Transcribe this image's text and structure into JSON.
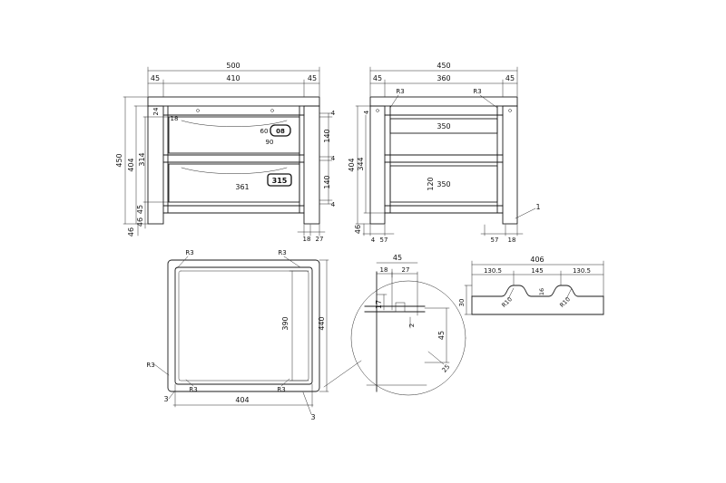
{
  "page": {
    "title": "Furniture technical drawing"
  },
  "front": {
    "overall_width": "500",
    "top_left_45": "45",
    "top_410": "410",
    "top_right_45": "45",
    "height_450": "450",
    "height_404": "404",
    "height_314": "314",
    "thk_24": "24",
    "top_18": "18",
    "r_4a": "4",
    "r_140a": "140",
    "r_4b": "4",
    "r_140b": "140",
    "r_4c": "4",
    "bl_45": "45",
    "bl_46": "46",
    "foot_46": "46",
    "br_18": "18",
    "br_27": "27",
    "in_60": "60",
    "in_90": "90",
    "badge_08": "08",
    "in_361": "361",
    "badge_315": "315"
  },
  "side": {
    "overall_width": "450",
    "top_left_45": "45",
    "top_360": "360",
    "top_right_45": "45",
    "r3_left": "R3",
    "r3_right": "R3",
    "in_350a": "350",
    "in_350b": "350",
    "in_120": "120",
    "height_404": "404",
    "height_344": "344",
    "thk_4": "4",
    "foot_46": "46",
    "b_4": "4",
    "b_57l": "57",
    "b_57r": "57",
    "b_18": "18",
    "note_1": "1"
  },
  "top": {
    "r3_tl": "R3",
    "r3_tr": "R3",
    "r3_left": "R3",
    "r3_bl": "R3",
    "r3_br": "R3",
    "in_390": "390",
    "out_440": "440",
    "b_404": "404",
    "n3_left": "3",
    "n3_right": "3"
  },
  "detail": {
    "c_45": "45",
    "c_18": "18",
    "c_27": "27",
    "v_17": "17",
    "v_2": "2",
    "v_45": "45",
    "n_25": "25"
  },
  "profile": {
    "overall_406": "406",
    "c_1305a": "130.5",
    "c_145": "145",
    "c_1305b": "130.5",
    "r10_a": "R10",
    "r10_b": "R10",
    "h_30": "30",
    "h_16": "16"
  }
}
